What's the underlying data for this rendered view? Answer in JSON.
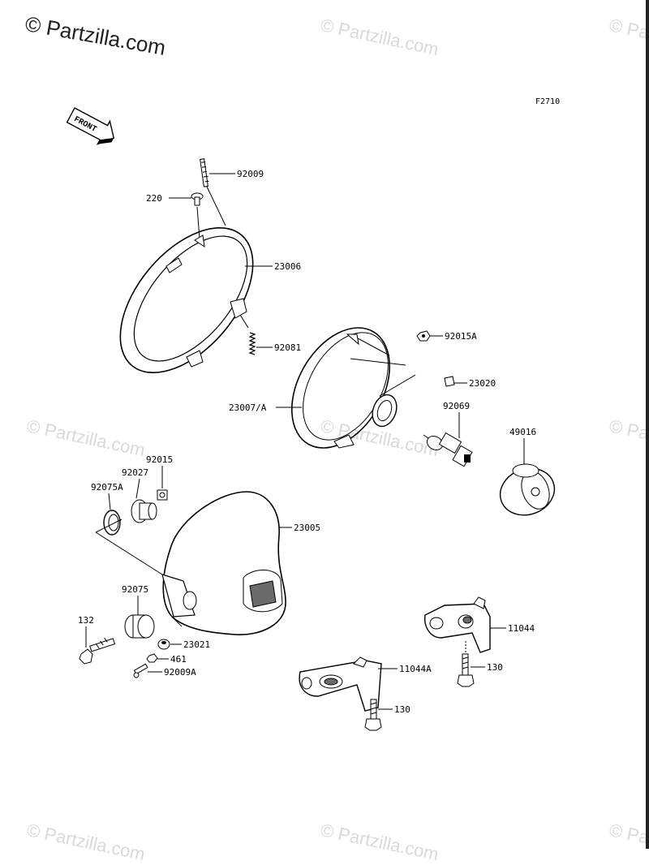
{
  "watermark": {
    "brand": "© Partzilla.com",
    "repeat_text": "© Partzilla.com"
  },
  "diagram": {
    "figure_id": "F2710",
    "front_arrow_label": "FRONT",
    "callouts": {
      "p92009": "92009",
      "p220": "220",
      "p23006": "23006",
      "p92081": "92081",
      "p92015A": "92015A",
      "p23020": "23020",
      "p23007A": "23007/A",
      "p92069": "92069",
      "p49016": "49016",
      "p92015": "92015",
      "p92027": "92027",
      "p92075A": "92075A",
      "p23005": "23005",
      "p92075": "92075",
      "p132": "132",
      "p23021": "23021",
      "p461": "461",
      "p92009A": "92009A",
      "p11044": "11044",
      "p11044A": "11044A",
      "p130a": "130",
      "p130b": "130"
    }
  },
  "colors": {
    "ink": "#000000",
    "watermark": "#d9d9d9",
    "shade": "#6a6a6a"
  }
}
